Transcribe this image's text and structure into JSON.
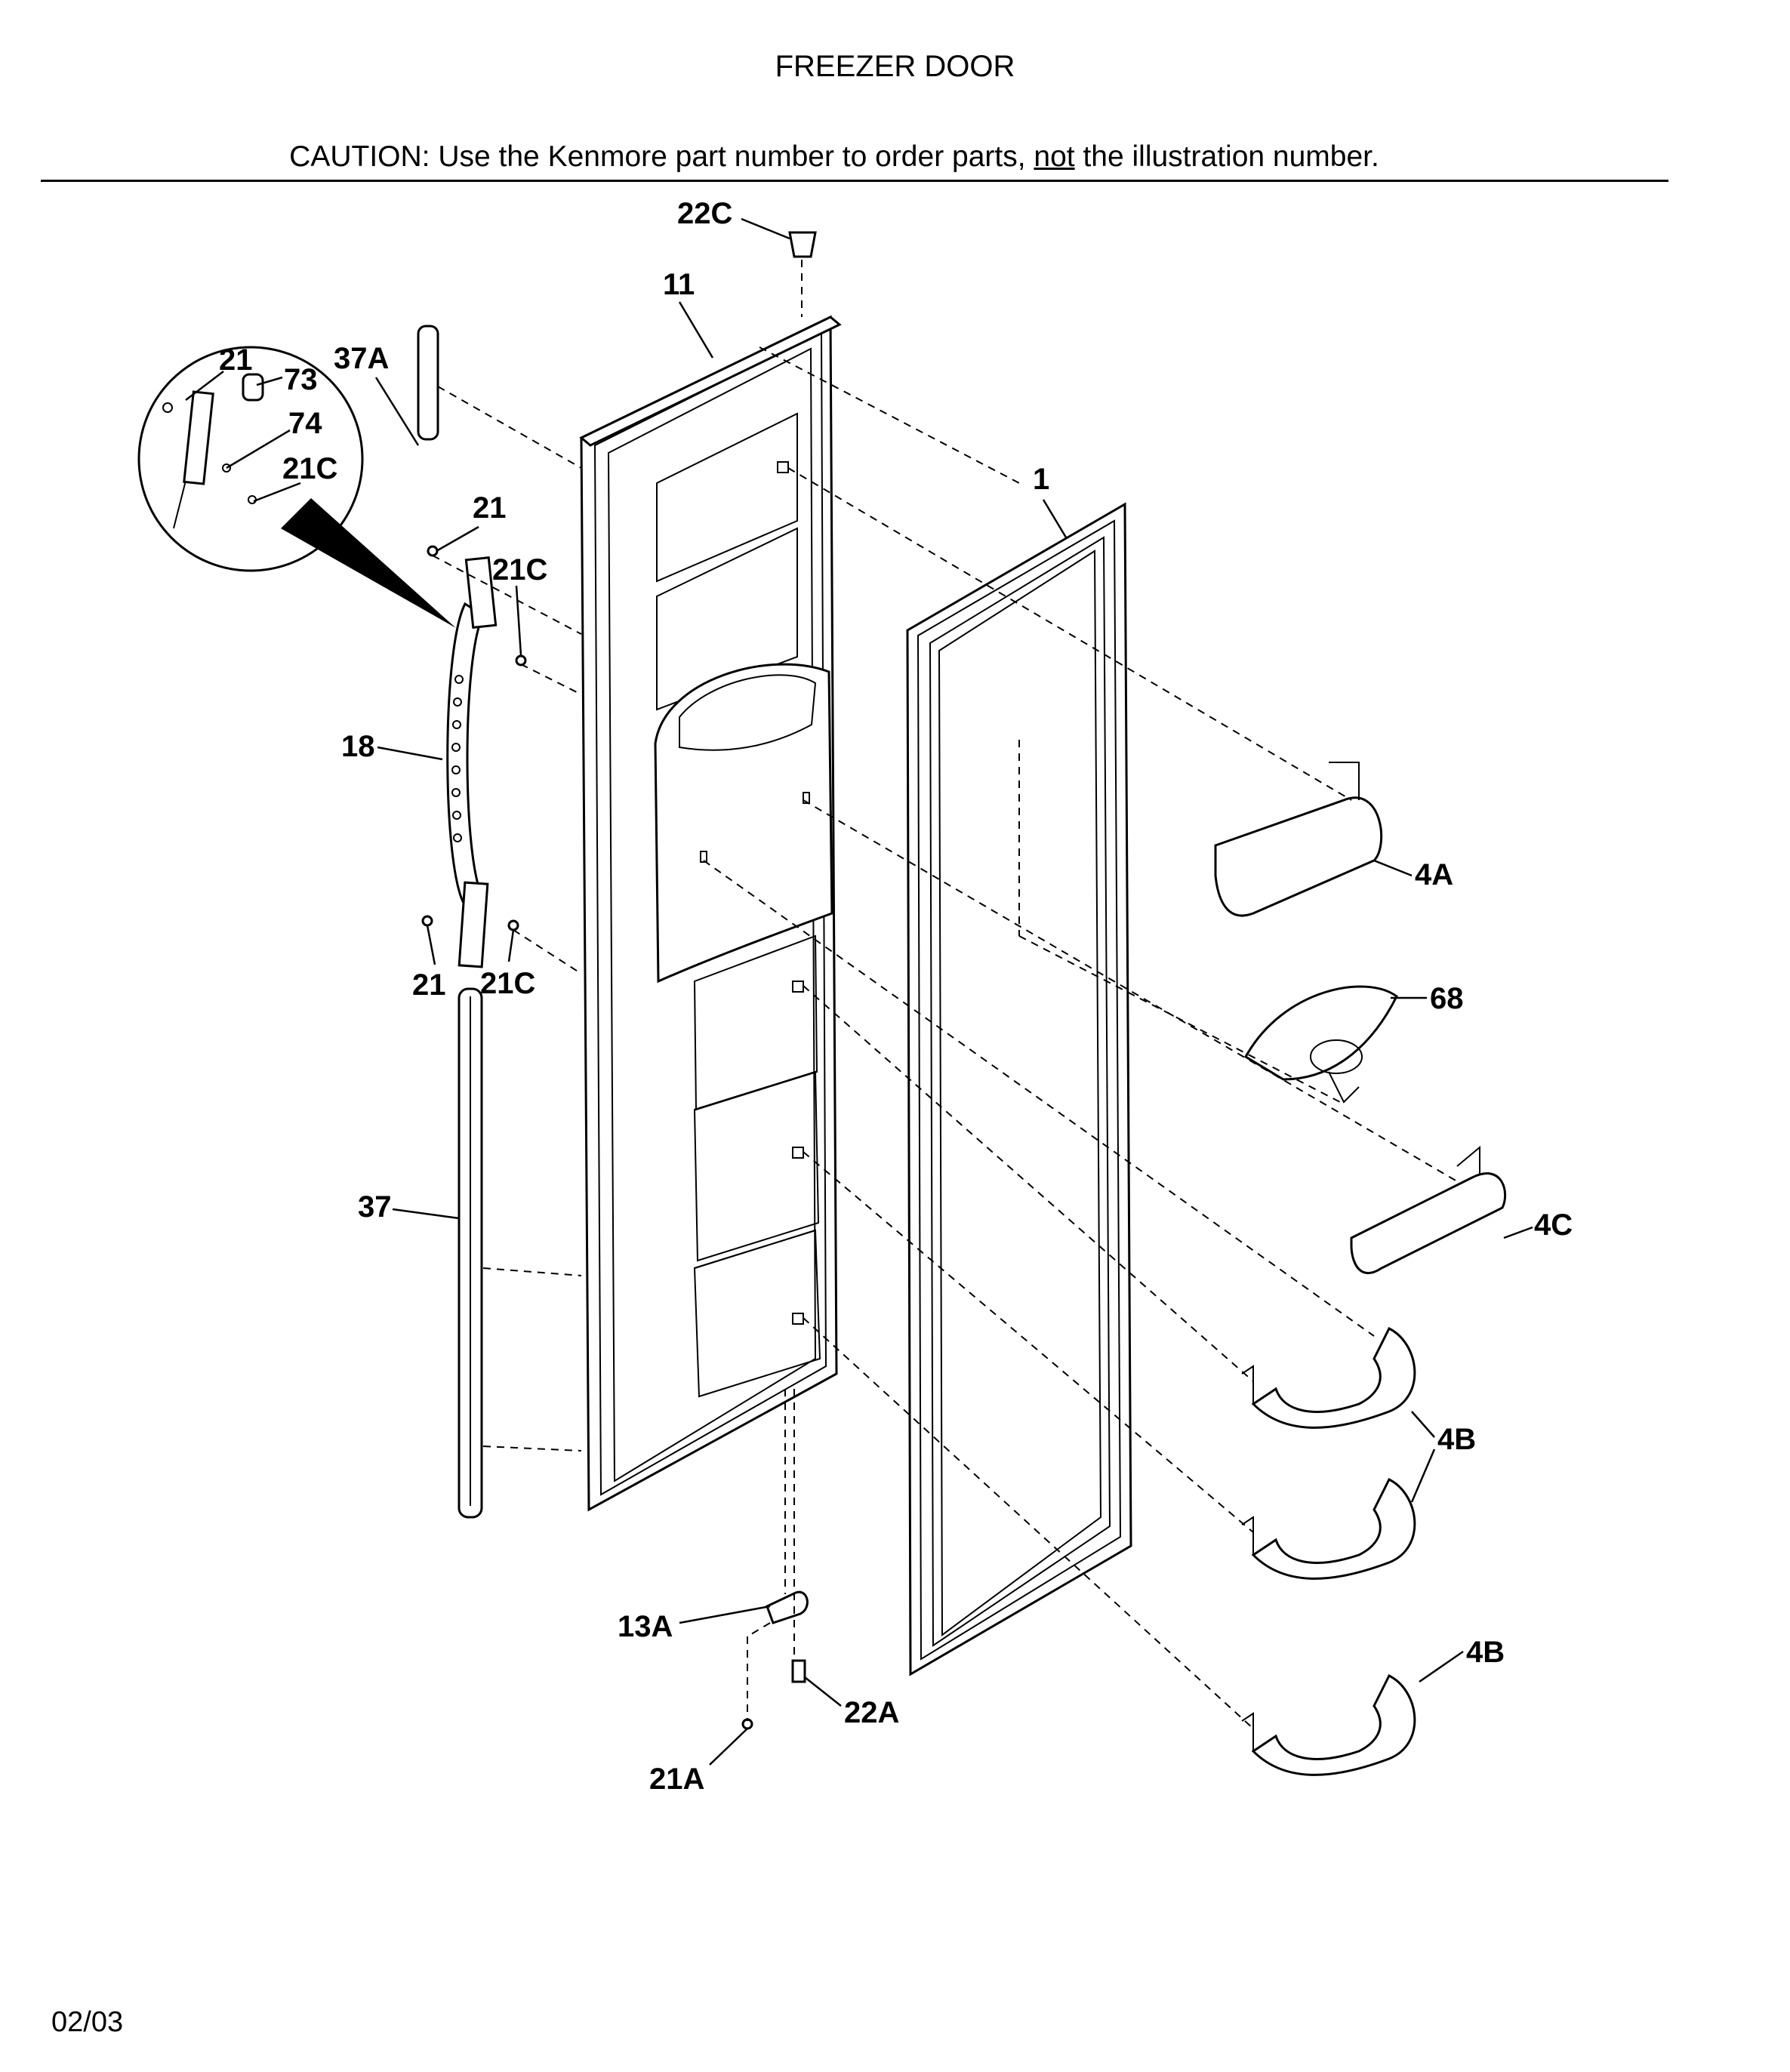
{
  "page": {
    "title": "FREEZER DOOR",
    "caution_prefix": "CAUTION: Use the Kenmore part number to order parts, ",
    "caution_emphasis": "not",
    "caution_suffix": " the illustration number.",
    "date": "02/03"
  },
  "callouts": {
    "c22C_top": "22C",
    "c11": "11",
    "c21_inset": "21",
    "c73": "73",
    "c74": "74",
    "c21C_inset": "21C",
    "c37A": "37A",
    "c21_upper": "21",
    "c21C_upper": "21C",
    "c1": "1",
    "c18": "18",
    "c4A": "4A",
    "c21_lower": "21",
    "c21C_lower": "21C",
    "c68": "68",
    "c37": "37",
    "c4C": "4C",
    "c4B_upper": "4B",
    "c4B_lower": "4B",
    "c13A": "13A",
    "c22A": "22A",
    "c21A": "21A"
  }
}
